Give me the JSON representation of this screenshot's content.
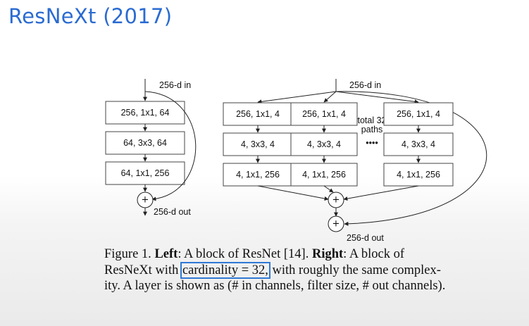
{
  "title": "ResNeXt (2017)",
  "left_block": {
    "input_label": "256-d in",
    "layers": [
      "256, 1x1, 64",
      "64, 3x3, 64",
      "64, 1x1, 256"
    ],
    "sum_symbol": "+",
    "output_label": "256-d out"
  },
  "right_block": {
    "input_label": "256-d in",
    "paths": [
      {
        "layers": [
          "256, 1x1, 4",
          "4, 3x3, 4",
          "4, 1x1, 256"
        ]
      },
      {
        "layers": [
          "256, 1x1, 4",
          "4, 3x3, 4",
          "4, 1x1, 256"
        ]
      },
      {
        "layers": [
          "256, 1x1, 4",
          "4, 3x3, 4",
          "4, 1x1, 256"
        ]
      }
    ],
    "total_label_line1": "total 32",
    "total_label_line2": "paths",
    "ellipsis": "••••",
    "sum_symbol": "+",
    "output_label": "256-d out"
  },
  "caption": {
    "line1_a": "Figure 1. ",
    "line1_b": "Left",
    "line1_c": ": A block of ResNet [14]. ",
    "line1_d": "Right",
    "line1_e": ": A block of",
    "line2_a": "ResNeXt with ",
    "line2_highlight": "cardinality = 32,",
    "line2_b": " with roughly the same complex-",
    "line3": "ity. A layer is shown as (# in channels, filter size, # out channels)."
  },
  "colors": {
    "title": "#2a6bd1",
    "highlight_box": "#2f79d6"
  }
}
